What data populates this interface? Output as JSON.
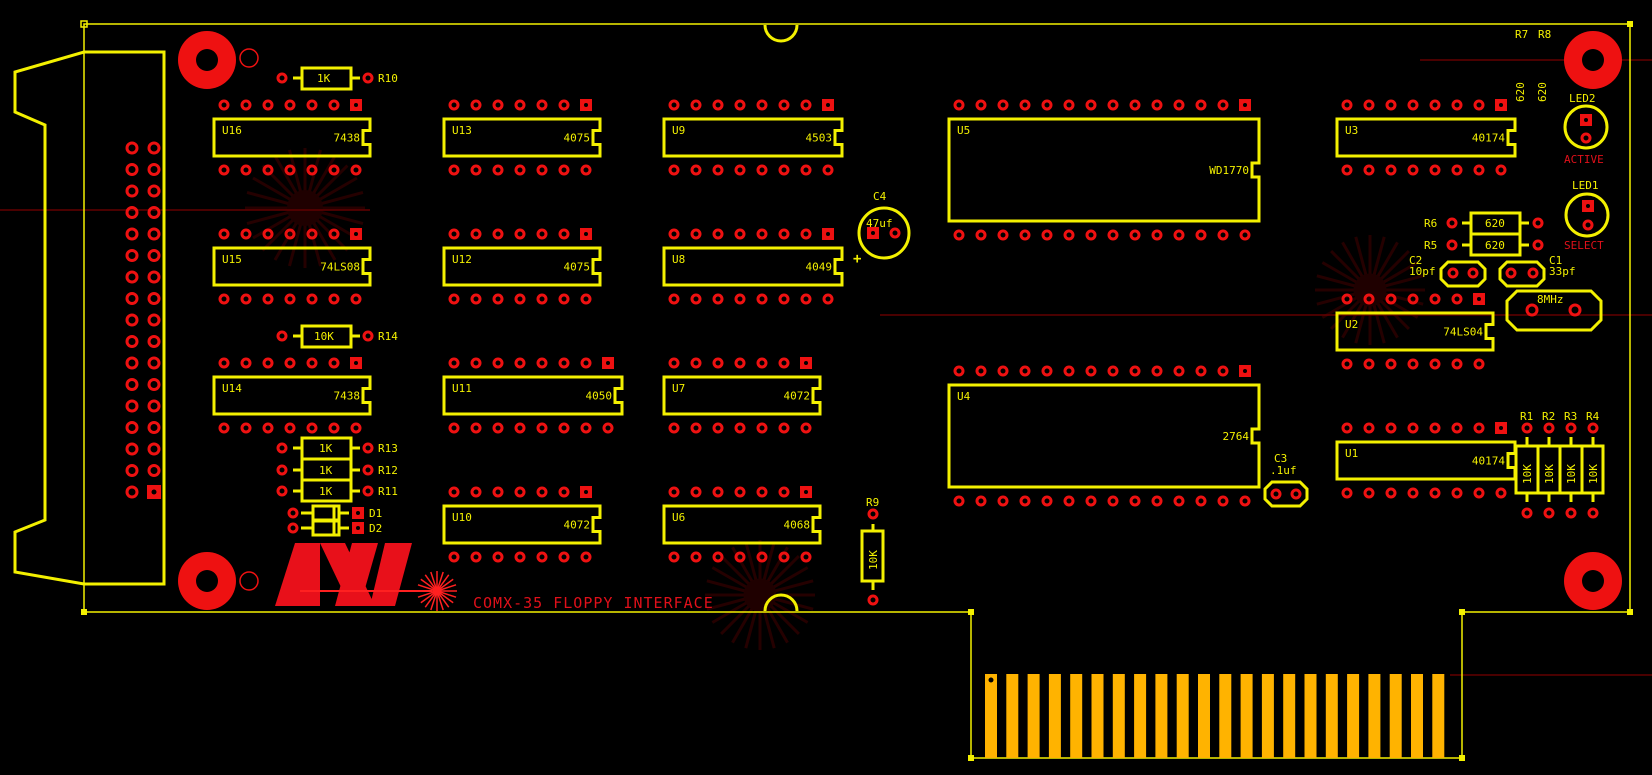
{
  "board": {
    "title": "COMX-35 FLOPPY INTERFACE",
    "colors": {
      "background": "#000000",
      "silkscreen": "#f3f000",
      "copper": "#ee1111",
      "gold_fingers": "#ffb300"
    }
  },
  "ics": [
    {
      "ref": "U16",
      "part": "7438",
      "pins": 14
    },
    {
      "ref": "U15",
      "part": "74LS08",
      "pins": 14
    },
    {
      "ref": "U14",
      "part": "7438",
      "pins": 14
    },
    {
      "ref": "U13",
      "part": "4075",
      "pins": 14
    },
    {
      "ref": "U12",
      "part": "4075",
      "pins": 14
    },
    {
      "ref": "U11",
      "part": "4050",
      "pins": 16
    },
    {
      "ref": "U10",
      "part": "4072",
      "pins": 14
    },
    {
      "ref": "U9",
      "part": "4503",
      "pins": 16
    },
    {
      "ref": "U8",
      "part": "4049",
      "pins": 16
    },
    {
      "ref": "U7",
      "part": "4072",
      "pins": 14
    },
    {
      "ref": "U6",
      "part": "4068",
      "pins": 14
    },
    {
      "ref": "U5",
      "part": "WD1770",
      "pins": 28
    },
    {
      "ref": "U4",
      "part": "2764",
      "pins": 28
    },
    {
      "ref": "U3",
      "part": "40174",
      "pins": 16
    },
    {
      "ref": "U2",
      "part": "74LS04",
      "pins": 14
    },
    {
      "ref": "U1",
      "part": "40174",
      "pins": 16
    }
  ],
  "resistors": [
    {
      "ref": "R10",
      "value": "1K"
    },
    {
      "ref": "R14",
      "value": "10K"
    },
    {
      "ref": "R13",
      "value": "1K"
    },
    {
      "ref": "R12",
      "value": "1K"
    },
    {
      "ref": "R11",
      "value": "1K"
    },
    {
      "ref": "R9",
      "value": "10K"
    },
    {
      "ref": "R6",
      "value": "620"
    },
    {
      "ref": "R5",
      "value": "620"
    },
    {
      "ref": "R7",
      "value": "620"
    },
    {
      "ref": "R8",
      "value": "620"
    },
    {
      "ref": "R1",
      "value": "10K"
    },
    {
      "ref": "R2",
      "value": "10K"
    },
    {
      "ref": "R3",
      "value": "10K"
    },
    {
      "ref": "R4",
      "value": "10K"
    }
  ],
  "capacitors": [
    {
      "ref": "C4",
      "value": "47uf",
      "polarity": "+"
    },
    {
      "ref": "C3",
      "value": ".1uf"
    },
    {
      "ref": "C2",
      "value": "10pf"
    },
    {
      "ref": "C1",
      "value": "33pf"
    }
  ],
  "diodes": [
    {
      "ref": "D1"
    },
    {
      "ref": "D2"
    }
  ],
  "leds": [
    {
      "ref": "LED2",
      "function": "ACTIVE"
    },
    {
      "ref": "LED1",
      "function": "SELECT"
    }
  ],
  "crystal": {
    "value": "8MHz"
  },
  "header": {
    "rows": 17,
    "cols": 2
  },
  "edge_connector": {
    "fingers": 22
  }
}
